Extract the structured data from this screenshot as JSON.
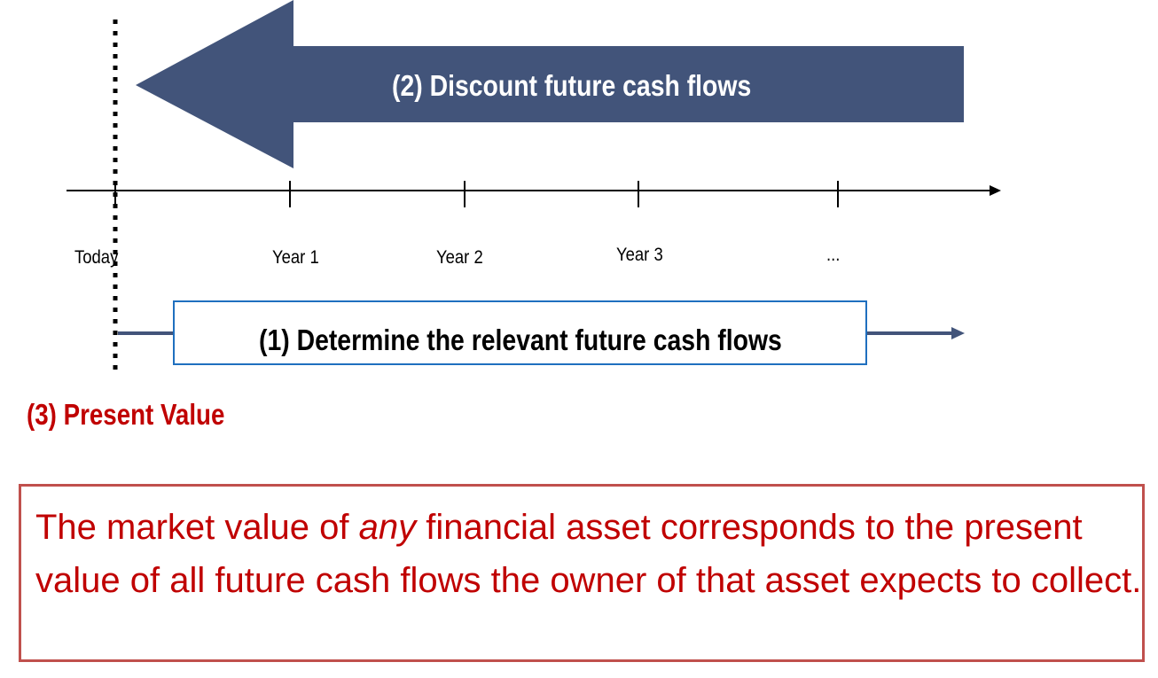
{
  "diagram": {
    "discount_arrow_label": "(2) Discount future cash flows",
    "timeline_labels": [
      "Today",
      "Year 1",
      "Year 2",
      "Year 3",
      "..."
    ],
    "determine_label": "(1) Determine the relevant future cash flows",
    "present_value_label": "(3) Present Value",
    "note": {
      "before": "The market value of ",
      "emphasis": "any",
      "after": " financial asset corresponds to the present value of all future cash flows the owner of that asset expects to collect."
    },
    "colors": {
      "arrow": "#42547a",
      "box_border": "#1f6fbf",
      "red": "#c00000",
      "note_border": "#c0504d"
    }
  }
}
